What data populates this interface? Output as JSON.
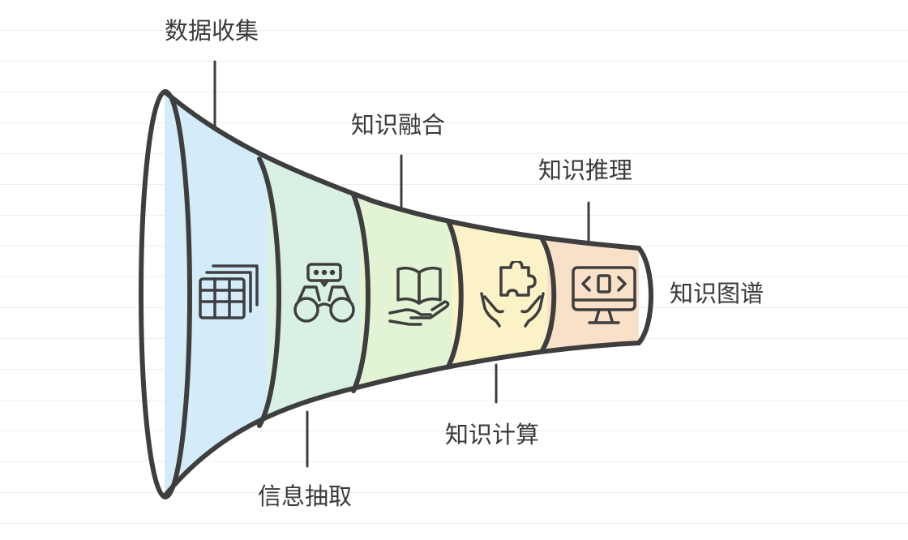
{
  "stages": [
    {
      "label": "数据收集",
      "icon": "table-stack-icon",
      "fill": "#d4ecfa"
    },
    {
      "label": "信息抽取",
      "icon": "binoculars-icon",
      "fill": "#d9f1e3"
    },
    {
      "label": "知识融合",
      "icon": "book-in-hand-icon",
      "fill": "#e3f4d4"
    },
    {
      "label": "知识计算",
      "icon": "puzzle-hands-icon",
      "fill": "#fbf3c7"
    },
    {
      "label": "知识推理",
      "icon": "code-monitor-icon",
      "fill": "#f8e1c8"
    }
  ],
  "output_label": "知识图谱",
  "outline_color": "#3e3e3e"
}
